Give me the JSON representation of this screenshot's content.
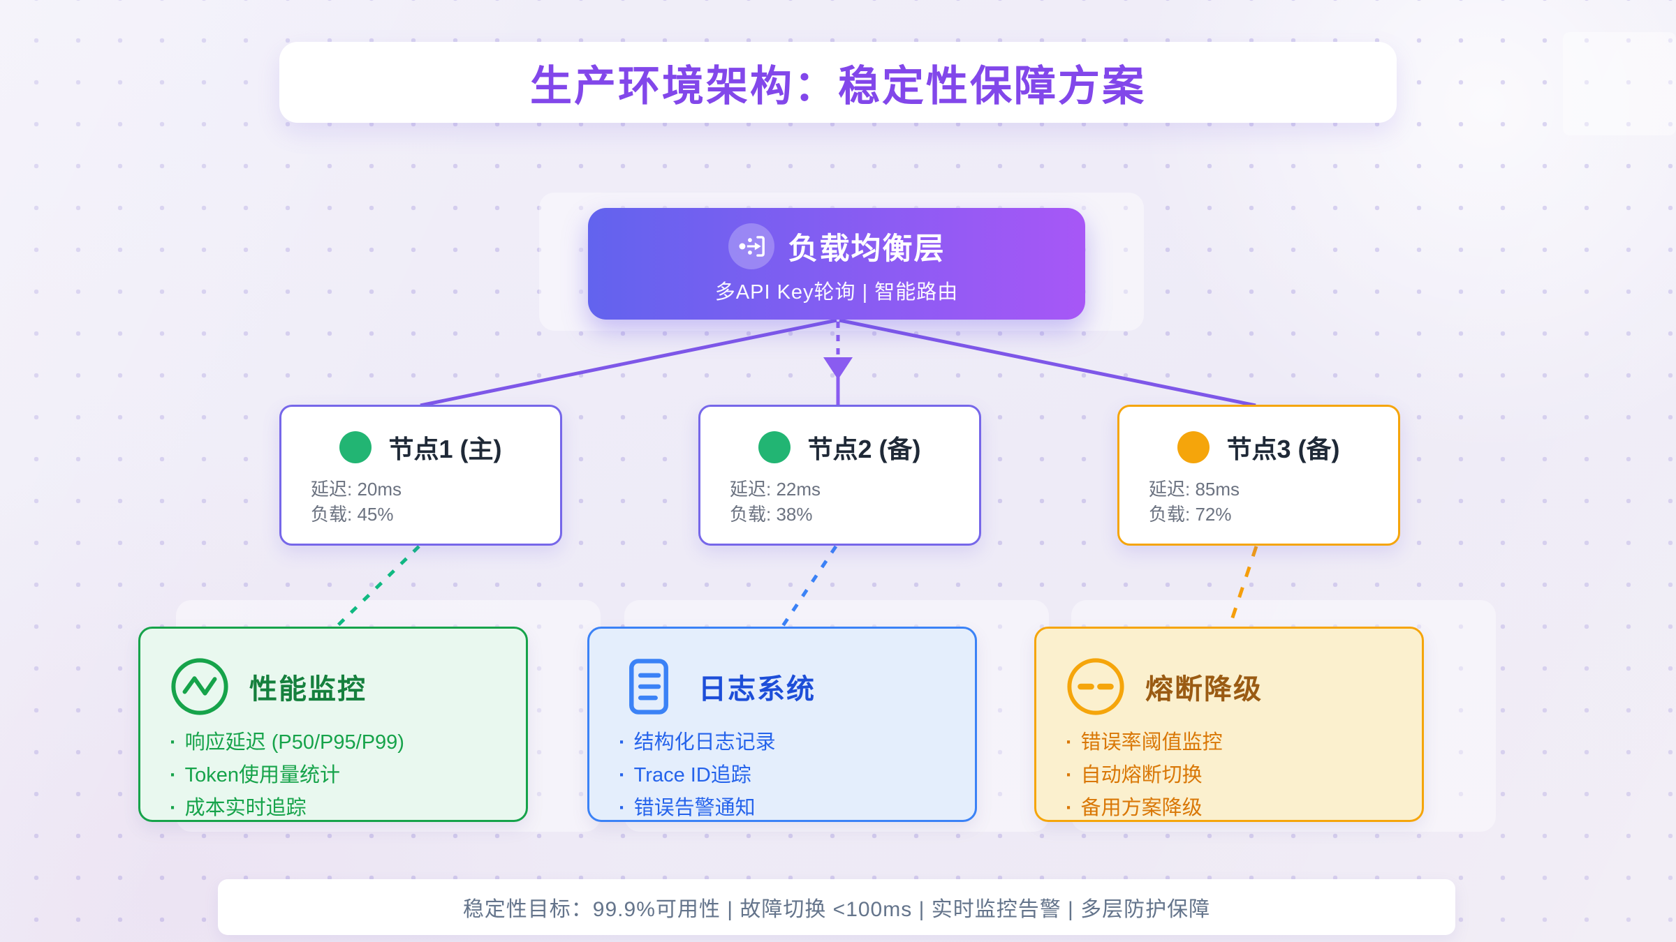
{
  "page": {
    "title": "生产环境架构：稳定性保障方案",
    "title_color": "#8247EA"
  },
  "load_balancer": {
    "title": "负载均衡层",
    "subtitle": "多API Key轮询 | 智能路由",
    "icon": "load-balancer-route-icon",
    "gradient_start": "#6263EE",
    "gradient_end": "#A757F6"
  },
  "nodes": [
    {
      "name": "节点1 (主)",
      "latency": "延迟: 20ms",
      "load": "负载: 45%",
      "status_color": "#22B573",
      "border_color": "#7667E9"
    },
    {
      "name": "节点2 (备)",
      "latency": "延迟: 22ms",
      "load": "负载: 38%",
      "status_color": "#22B573",
      "border_color": "#7667E9"
    },
    {
      "name": "节点3 (备)",
      "latency": "延迟: 85ms",
      "load": "负载: 72%",
      "status_color": "#F5A50B",
      "border_color": "#F5A50B"
    }
  ],
  "feature_cards": [
    {
      "title": "性能监控",
      "icon": "performance-activity-icon",
      "accent": "#16A34A",
      "title_color": "#15803D",
      "text_color": "#16A34A",
      "bg": "#E9F8EF",
      "items": [
        "响应延迟 (P50/P95/P99)",
        "Token使用量统计",
        "成本实时追踪"
      ]
    },
    {
      "title": "日志系统",
      "icon": "log-document-icon",
      "accent": "#3B82F6",
      "title_color": "#1D4ED8",
      "text_color": "#2563EB",
      "bg": "#E4EEFC",
      "items": [
        "结构化日志记录",
        "Trace ID追踪",
        "错误告警通知"
      ]
    },
    {
      "title": "熔断降级",
      "icon": "circuit-breaker-icon",
      "accent": "#F5A50B",
      "title_color": "#9A5B13",
      "text_color": "#D97706",
      "bg": "#FBF0CE",
      "items": [
        "错误率阈值监控",
        "自动熔断切换",
        "备用方案降级"
      ]
    }
  ],
  "connections": {
    "fanout_color": "#7E57E8",
    "arrow_color": "#8A5CF0",
    "monitor_link_color": "#10B981",
    "log_link_color": "#3B82F6",
    "breaker_link_color": "#F59E0B"
  },
  "footer": {
    "text": "稳定性目标：99.9%可用性 | 故障切换 <100ms | 实时监控告警 | 多层防护保障"
  }
}
